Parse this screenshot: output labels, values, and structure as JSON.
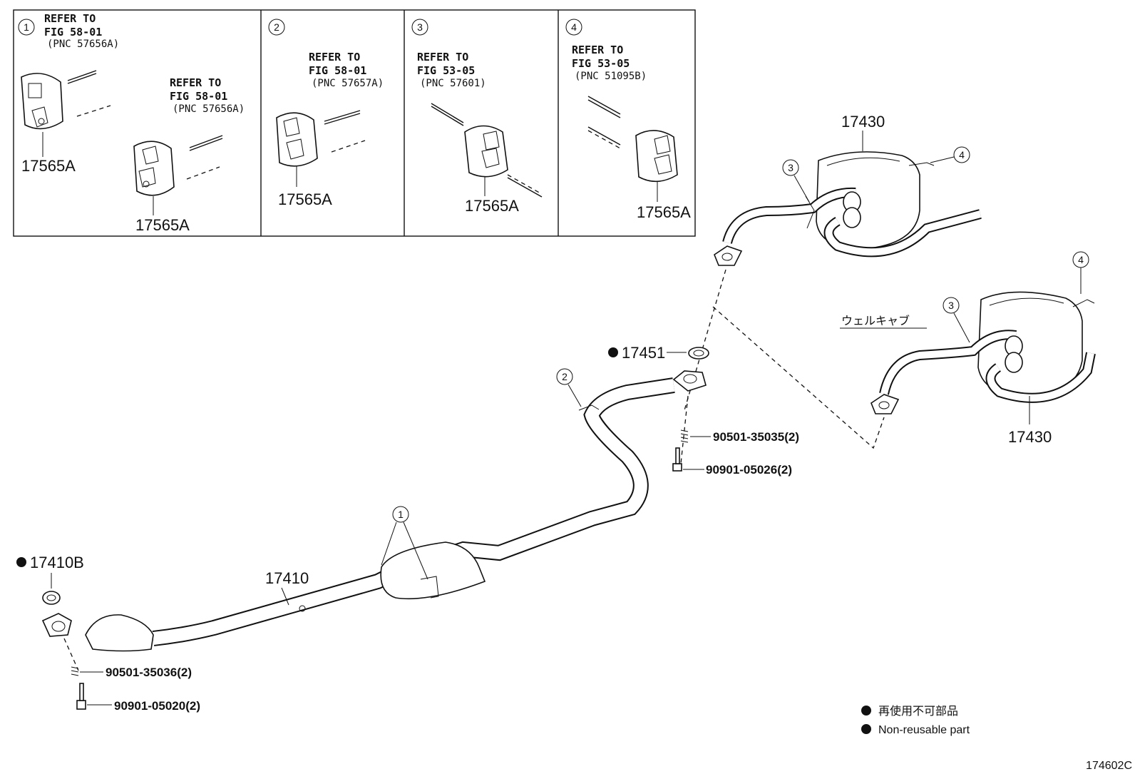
{
  "panels": [
    {
      "index": "1",
      "refs": [
        {
          "line1": "REFER TO",
          "line2": "FIG 58-01",
          "pnc": "(PNC 57656A)"
        },
        {
          "line1": "REFER TO",
          "line2": "FIG 58-01",
          "pnc": "(PNC 57656A)"
        }
      ],
      "parts": [
        "17565A",
        "17565A"
      ]
    },
    {
      "index": "2",
      "refs": [
        {
          "line1": "REFER TO",
          "line2": "FIG 58-01",
          "pnc": "(PNC 57657A)"
        }
      ],
      "parts": [
        "17565A"
      ]
    },
    {
      "index": "3",
      "refs": [
        {
          "line1": "REFER TO",
          "line2": "FIG 53-05",
          "pnc": "(PNC 57601)"
        }
      ],
      "parts": [
        "17565A"
      ]
    },
    {
      "index": "4",
      "refs": [
        {
          "line1": "REFER TO",
          "line2": "FIG 53-05",
          "pnc": "(PNC 51095B)"
        }
      ],
      "parts": [
        "17565A"
      ]
    }
  ],
  "main": {
    "tailpipe_top_label": "17430",
    "tailpipe_bottom_label": "17430",
    "welcab_label": "ウェルキャブ",
    "gasket_center_label": "17451",
    "gasket_front_label": "17410B",
    "front_pipe_label": "17410",
    "spring_center": "90501-35035(2)",
    "bolt_center": "90901-05026(2)",
    "spring_front": "90501-35036(2)",
    "bolt_front": "90901-05020(2)",
    "callouts": {
      "c1": "1",
      "c2": "2",
      "c3a": "3",
      "c4a": "4",
      "c3b": "3",
      "c4b": "4"
    }
  },
  "legend": {
    "jp": "再使用不可部品",
    "en": "Non-reusable part"
  },
  "figure_code": "174602C"
}
